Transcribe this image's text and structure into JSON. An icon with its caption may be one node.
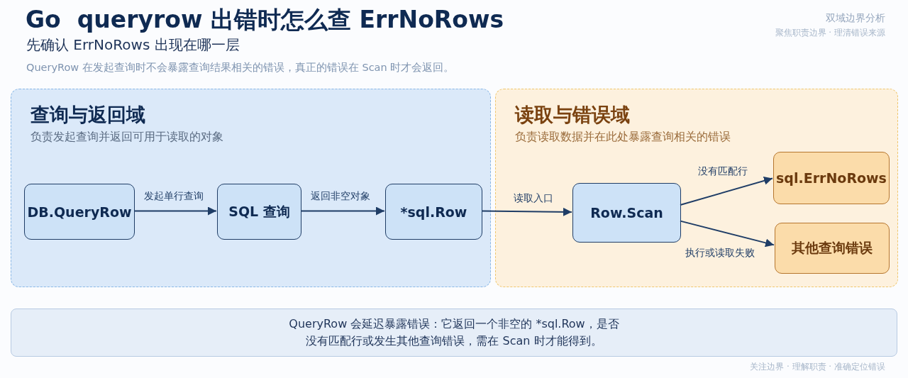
{
  "diagram": {
    "title": "Go  queryrow 出错时怎么查 ErrNoRows",
    "nodes": [
      {
        "text": [
          "查询与返回域",
          "负责发起查询并返回可用于读取的对象"
        ]
      },
      {
        "text": [
          "读取与错误域",
          "负责读取数据并在此处暴露查询相关的错误"
        ]
      },
      {
        "text": [
          "DB.QueryRow"
        ],
        "in": 0
      },
      {
        "text": [
          "SQL 查询"
        ],
        "in": 0
      },
      {
        "text": [
          "*sql.Row"
        ],
        "in": 0
      },
      {
        "text": [
          "Row.Scan"
        ],
        "in": 1
      },
      {
        "text": [
          "sql.ErrNoRows"
        ],
        "in": 1
      },
      {
        "text": [
          "其他查询错误"
        ],
        "in": 1
      },
      {
        "text": [
          "QueryRow 会延迟暴露错误：它返回一个非空的 *sql.Row，是否没有匹配行或发生其他查询错误，需在 Scan 时才能得到。"
        ]
      }
    ],
    "edges": [
      {
        "from": 2,
        "to": 3,
        "arrow": "to",
        "label": "发起单行查询"
      },
      {
        "from": 3,
        "to": 4,
        "arrow": "to",
        "label": "返回非空对象"
      },
      {
        "from": 4,
        "to": 5,
        "arrow": "to",
        "label": "读取入口"
      },
      {
        "from": 5,
        "to": 6,
        "arrow": "to",
        "label": "没有匹配行"
      },
      {
        "from": 5,
        "to": 7,
        "arrow": "to",
        "label": "执行或读取失败"
      }
    ],
    "labels": [
      "先确认 ErrNoRows 出现在哪一层",
      "QueryRow 在发起查询时不会暴露查询结果相关的错误，真正的错误在 Scan 时才会返回。",
      "双域边界分析",
      "聚焦职责边界 · 理清错误来源",
      "关注边界 · 理解职责 · 准确定位错误"
    ]
  }
}
